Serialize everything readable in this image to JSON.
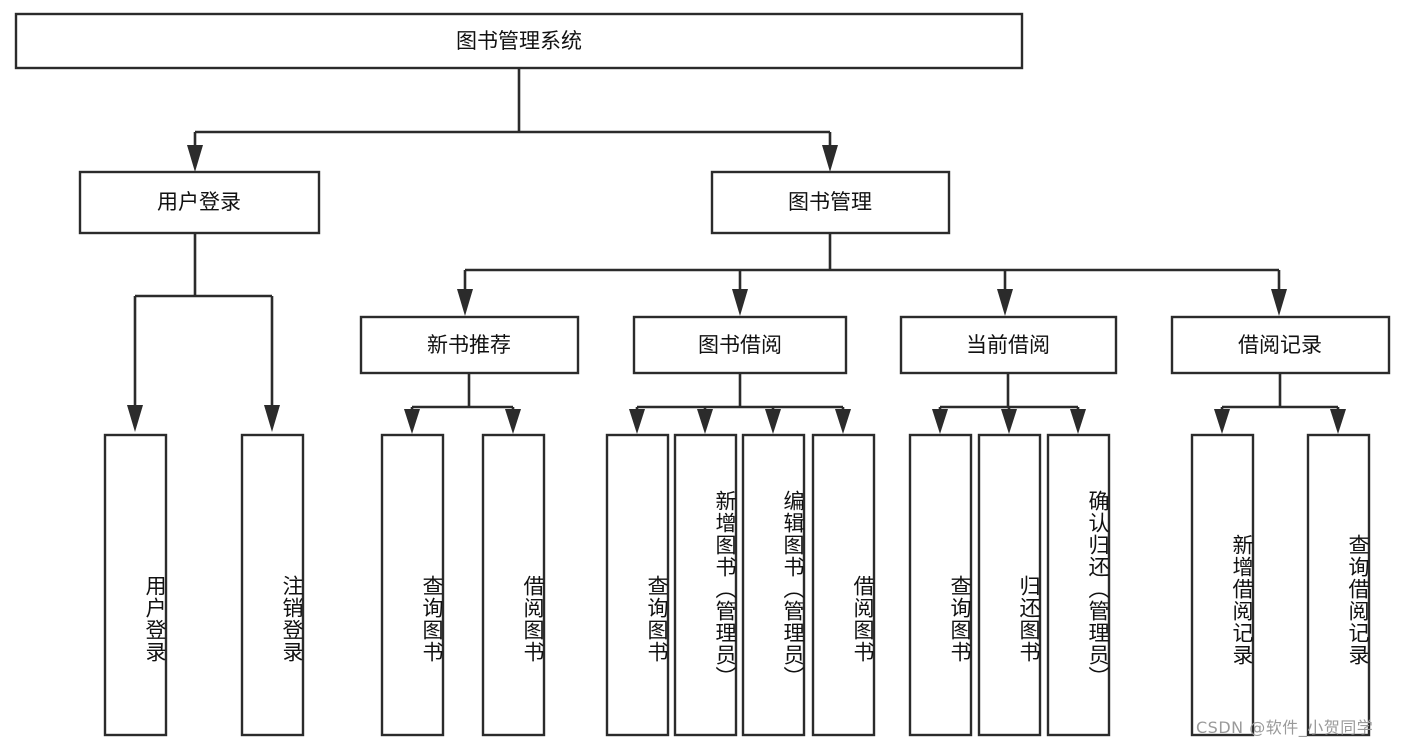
{
  "diagram": {
    "title": "图书管理系统",
    "watermark": "CSDN @软件_小贺同学",
    "root": {
      "label": "图书管理系统"
    },
    "level2": [
      {
        "label": "用户登录"
      },
      {
        "label": "图书管理"
      }
    ],
    "level3": [
      {
        "label": "新书推荐"
      },
      {
        "label": "图书借阅"
      },
      {
        "label": "当前借阅"
      },
      {
        "label": "借阅记录"
      }
    ],
    "leaves": {
      "user_login": [
        {
          "label": "用户登录"
        },
        {
          "label": "注销登录"
        }
      ],
      "new_book_recommend": [
        {
          "label": "查询图书"
        },
        {
          "label": "借阅图书"
        }
      ],
      "book_borrow": [
        {
          "label": "查询图书"
        },
        {
          "label": "新增图书（管理员）"
        },
        {
          "label": "编辑图书（管理员）"
        },
        {
          "label": "借阅图书"
        }
      ],
      "current_borrow": [
        {
          "label": "查询图书"
        },
        {
          "label": "归还图书"
        },
        {
          "label": "确认归还（管理员）"
        }
      ],
      "borrow_record": [
        {
          "label": "新增借阅记录"
        },
        {
          "label": "查询借阅记录"
        }
      ]
    },
    "colors": {
      "stroke": "#2b2b2b",
      "fill": "#ffffff",
      "text": "#111111",
      "watermark": "#9a9a9a"
    }
  }
}
